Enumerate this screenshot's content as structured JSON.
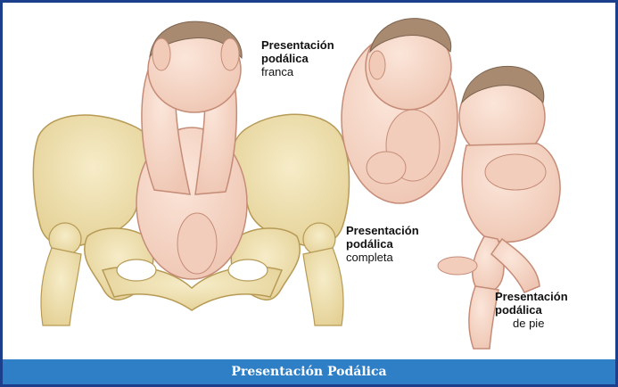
{
  "colors": {
    "frame_border": "#1b3f8a",
    "caption_bar": "#2f7fc7",
    "skin": "#f6d6c6",
    "skin_shade": "#e4b2a0",
    "bone": "#efe0b0",
    "bone_shade": "#d6c07c",
    "hair": "#8a6f56"
  },
  "caption": "Presentación Podálica",
  "labels": {
    "franca": {
      "line1": "Presentación",
      "line2": "podálica",
      "line3": "franca"
    },
    "completa": {
      "line1": "Presentación",
      "line2": "podálica",
      "line3": "completa"
    },
    "pie": {
      "line1": "Presentación",
      "line2": "podálica",
      "line3": "de pie"
    }
  }
}
